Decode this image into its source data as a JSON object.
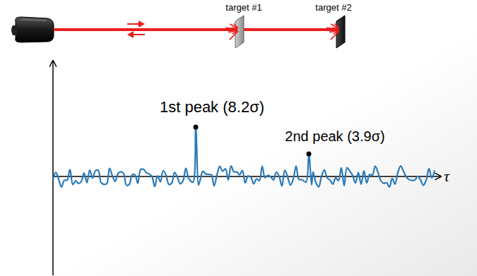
{
  "diagram": {
    "labels": [
      "target #1",
      "target #2",
      "1st peak (8.2σ)",
      "2nd peak (3.9σ)",
      "τ"
    ]
  }
}
